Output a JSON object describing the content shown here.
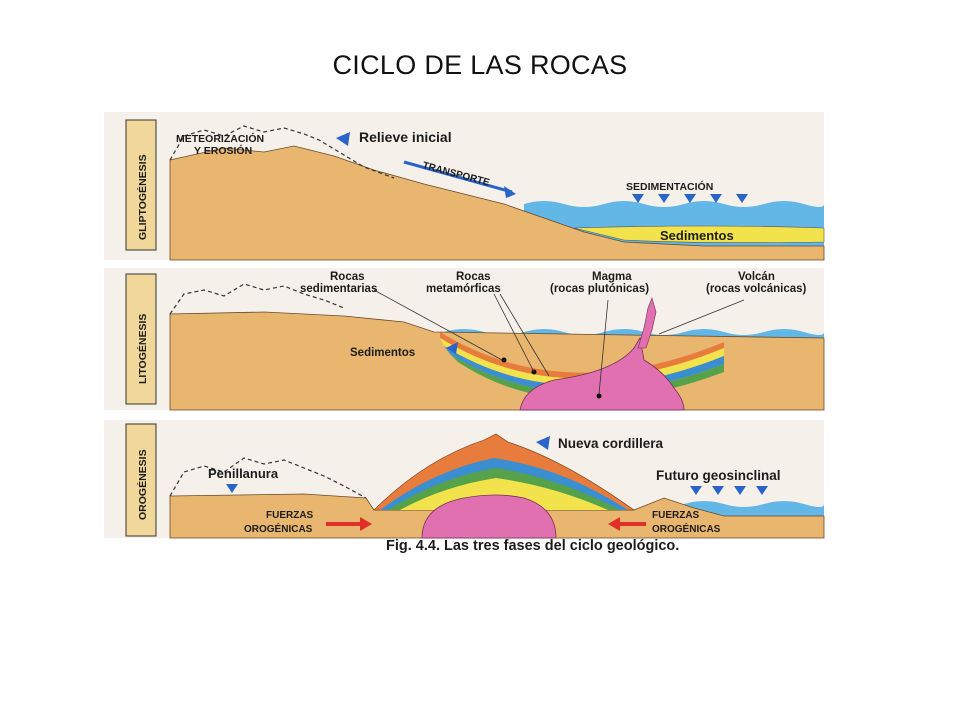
{
  "slide": {
    "title": "CICLO DE LAS ROCAS"
  },
  "phases": [
    {
      "name": "GLIPTOGÉNESIS"
    },
    {
      "name": "LITOGÉNESIS"
    },
    {
      "name": "OROGÉNESIS"
    }
  ],
  "panel1": {
    "meteorizacion_l1": "METEORIZACIÓN",
    "meteorizacion_l2": "Y EROSIÓN",
    "relieve": "Relieve inicial",
    "transporte": "TRANSPORTE",
    "sedimentacion": "SEDIMENTACIÓN",
    "sedimentos": "Sedimentos"
  },
  "panel2": {
    "rocas_sed_l1": "Rocas",
    "rocas_sed_l2": "sedimentarias",
    "rocas_met_l1": "Rocas",
    "rocas_met_l2": "metamórficas",
    "magma_l1": "Magma",
    "magma_l2": "(rocas plutónicas)",
    "volcan_l1": "Volcán",
    "volcan_l2": "(rocas volcánicas)",
    "sedimentos": "Sedimentos"
  },
  "panel3": {
    "nueva_cordillera": "Nueva cordillera",
    "penillanura": "Penillanura",
    "futuro": "Futuro geosinclinal",
    "fuerzas_l1": "FUERZAS",
    "fuerzas_l2": "OROGÉNICAS",
    "fuerzas_r1": "FUERZAS",
    "fuerzas_r2": "OROGÉNICAS"
  },
  "caption": "Fig. 4.4. Las tres fases del ciclo geológico.",
  "colors": {
    "land": "#e8b66e",
    "sky": "#f5f1ea",
    "water": "#62b7e6",
    "sediment_yellow": "#f2e34d",
    "layer_orange": "#e77c3c",
    "layer_blue": "#3b8fd0",
    "layer_green": "#55a24a",
    "magma": "#e070b0",
    "label_bar": "#f1d89a",
    "arrow_blue": "#2a64c8",
    "arrow_red": "#e0302a"
  }
}
